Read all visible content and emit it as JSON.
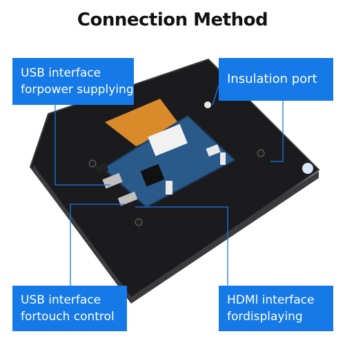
{
  "title": "Connection Method",
  "callouts": {
    "usb_power": {
      "line1": "USB interface",
      "line2": "forpower supplying"
    },
    "insulation": {
      "line1": "Insulation port"
    },
    "usb_touch": {
      "line1": "USB interface",
      "line2": "fortouch control"
    },
    "hdmi": {
      "line1": "HDMl interface",
      "line2": "fordisplaying"
    }
  },
  "colors": {
    "callout_bg": "#1579e8",
    "panel": "#1b1b1d",
    "board": "#2a5a8a",
    "flex_cable": "#d98a2b"
  },
  "icons": {
    "board": "circuit-board-icon",
    "cable": "flex-cable-icon"
  }
}
